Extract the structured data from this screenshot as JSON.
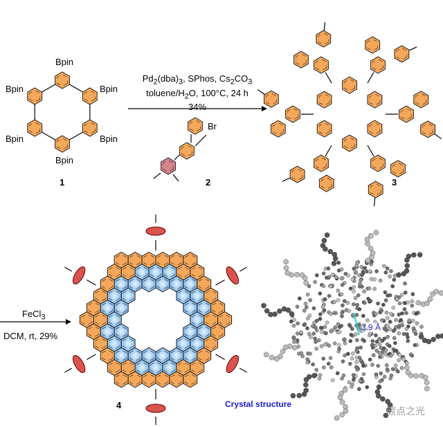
{
  "compound1": {
    "label": "1",
    "substituent": "Bpin"
  },
  "compound2": {
    "label": "2",
    "halogen": "Br"
  },
  "compound3": {
    "label": "3"
  },
  "compound4": {
    "label": "4"
  },
  "step1": {
    "line1_a": "Pd",
    "line1_sub1": "2",
    "line1_b": "(dba)",
    "line1_sub2": "3",
    "line1_c": ", SPhos, Cs",
    "line1_sub3": "2",
    "line1_d": "CO",
    "line1_sub4": "3",
    "line2_a": "toluene/H",
    "line2_sub": "2",
    "line2_b": "O, 100°C, 24 h",
    "yield": "34%"
  },
  "step2": {
    "reagent_a": "FeCl",
    "reagent_sub": "3",
    "conditions": "DCM, rt, 29%"
  },
  "crystal": {
    "caption": "Crystal structure",
    "distance": "3.9 Å"
  },
  "watermark": "碳点之光",
  "colors": {
    "orange": "#f5a75a",
    "blue": "#8cc4f0",
    "red": "#d9534f",
    "caption": "#1a1acc",
    "distance": "#2a2acc",
    "cyan": "#20d0d0"
  }
}
